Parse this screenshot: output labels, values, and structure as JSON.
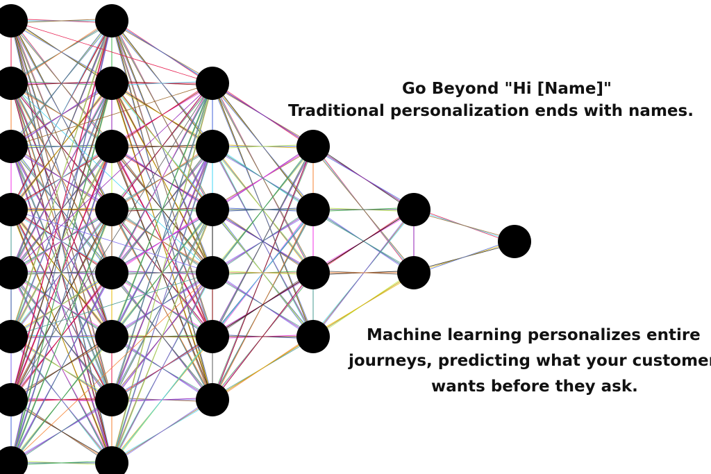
{
  "headline": {
    "title": "Go Beyond \"Hi [Name]\"",
    "subtitle": "Traditional personalization ends with names."
  },
  "body": {
    "lines": [
      "Machine learning personalizes entire",
      "journeys, predicting what your customer",
      "wants before they ask."
    ]
  },
  "network": {
    "layers": [
      8,
      8,
      6,
      4,
      2,
      1
    ],
    "node_color": "#000000",
    "edge_colors": [
      "#e6194b",
      "#3cb44b",
      "#4363d8",
      "#f58231",
      "#911eb4",
      "#42d4f4",
      "#f032e6",
      "#bfef45",
      "#1a1a1a",
      "#469990",
      "#9a6324",
      "#800000",
      "#2f4f9f",
      "#e6b800",
      "#5a5a5a",
      "#7b68ee"
    ]
  }
}
